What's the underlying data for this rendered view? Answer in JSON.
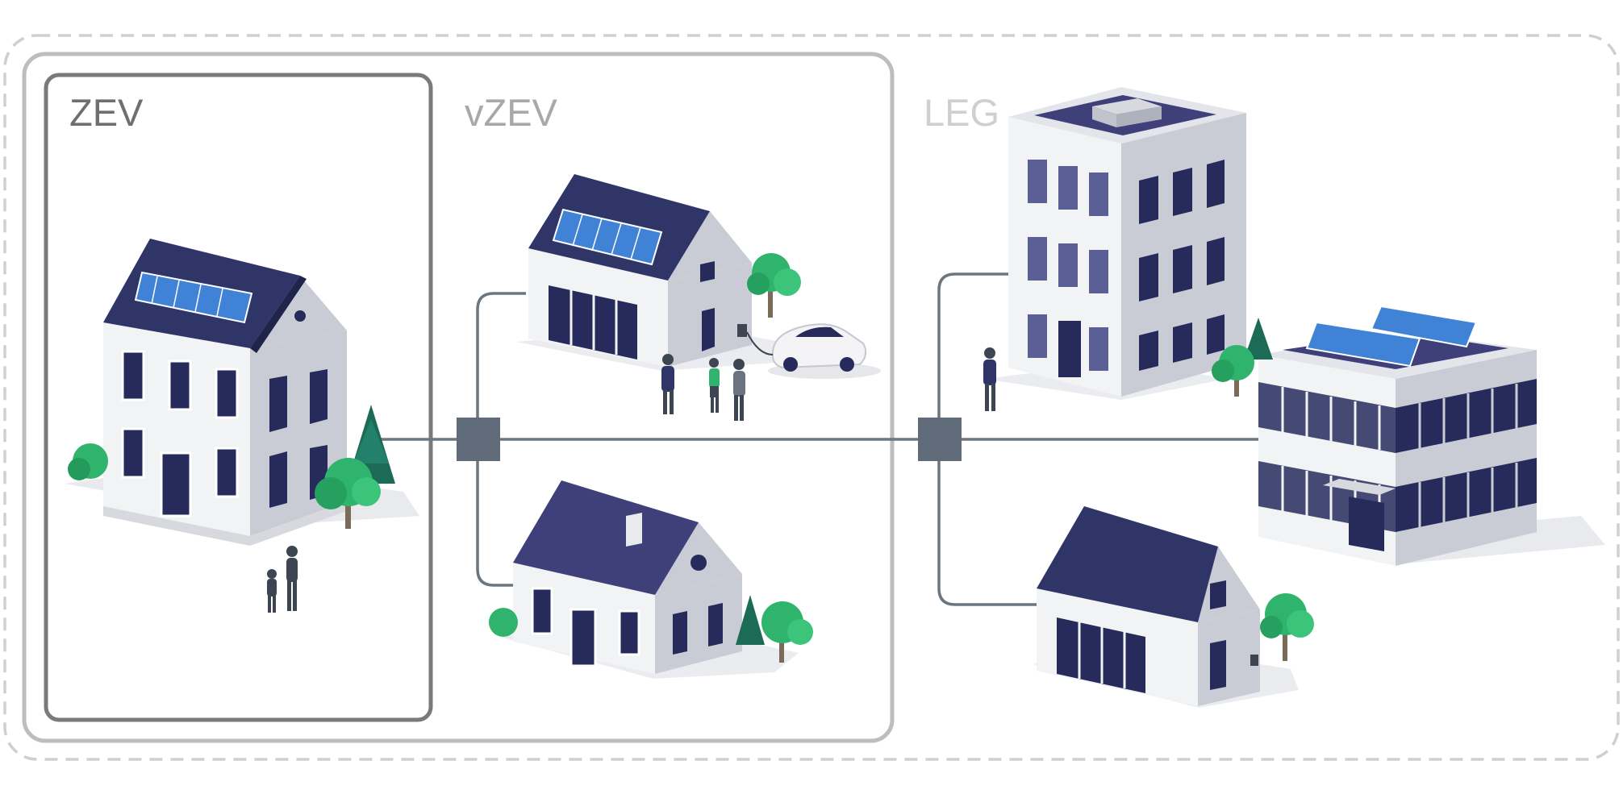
{
  "labels": {
    "zev": "ZEV",
    "vzev": "vZEV",
    "leg": "LEG"
  },
  "colors": {
    "frame_dark": "#7a7a7a",
    "frame_mid": "#bdbdbd",
    "frame_light": "#cfcfcf",
    "label_zev": "#6f6f6f",
    "label_vzev": "#a8a8a8",
    "label_leg": "#cfcfcf",
    "line": "#6b7680",
    "node": "#5f6b78",
    "roof": "#2f3566",
    "roof_violet": "#3f3f7a",
    "wall_front": "#f2f3f5",
    "wall_side": "#c9ccd4",
    "window": "#262b5c",
    "solar": "#3f82d6",
    "tree": "#2fb36d",
    "pine": "#1c6b57",
    "car": "#f4f4f6"
  },
  "icons": [
    "house-solar-icon",
    "apartment-building-icon",
    "office-building-solar-icon",
    "grid-node-icon",
    "electric-car-icon",
    "ev-charger-icon",
    "tree-icon",
    "pine-tree-icon",
    "person-icon"
  ]
}
